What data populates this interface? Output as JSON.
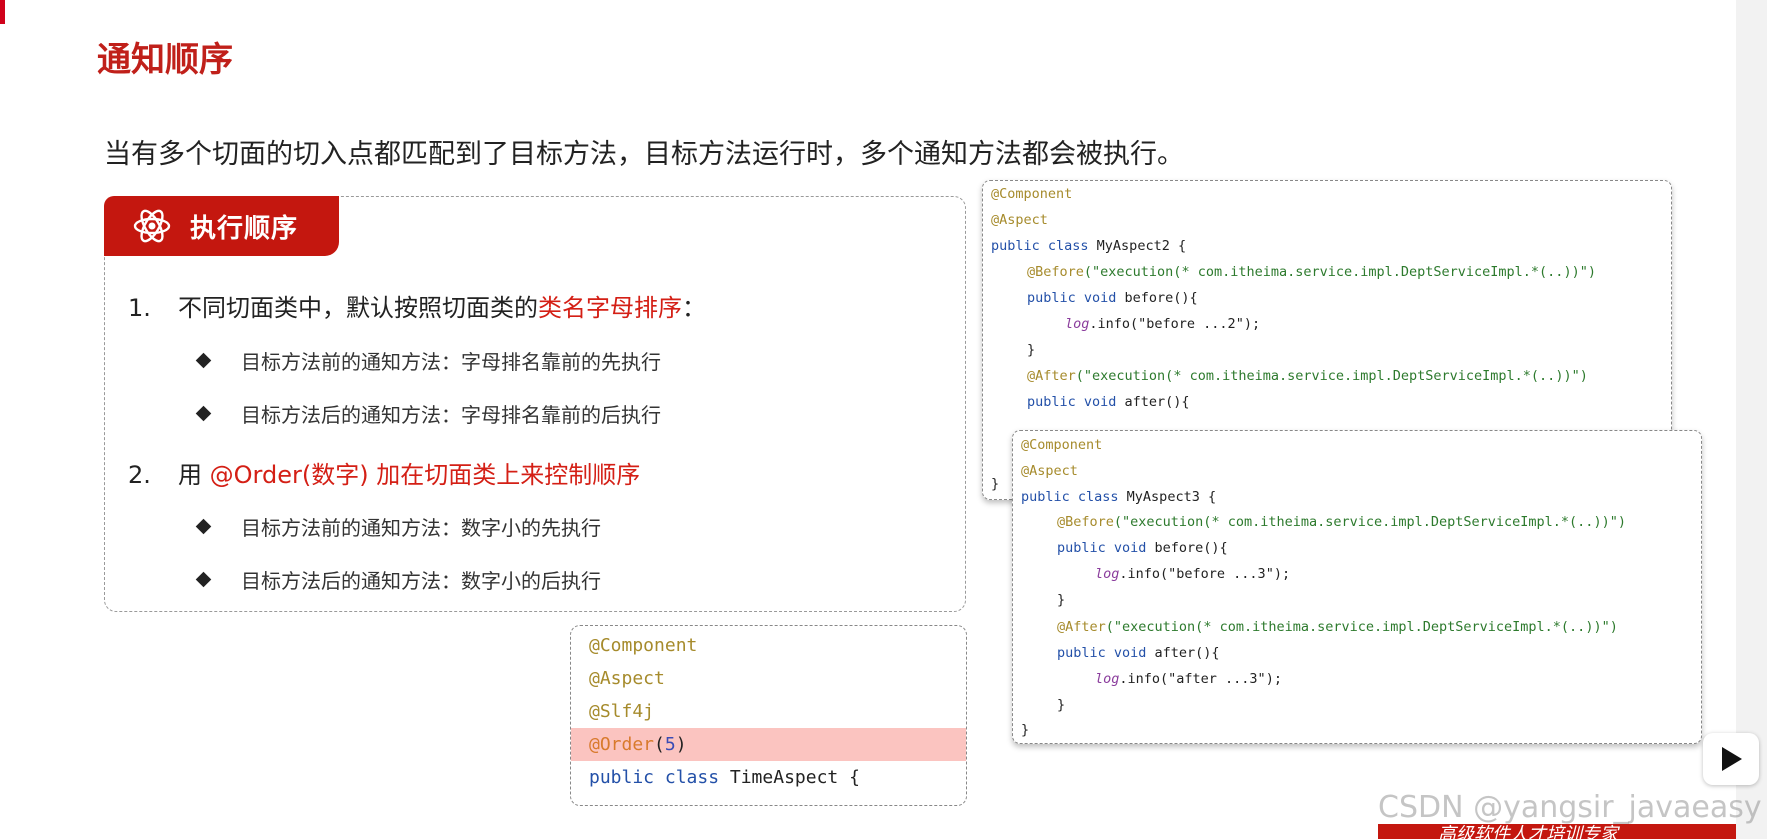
{
  "page": {
    "title": "通知顺序",
    "intro": "当有多个切面的切入点都匹配到了目标方法，目标方法运行时，多个通知方法都会被执行。"
  },
  "rules": {
    "header": "执行顺序",
    "items": [
      {
        "num": "1.",
        "text_before": "不同切面类中，默认按照切面类的",
        "highlight": "类名字母排序",
        "text_after": "：",
        "subs": [
          "目标方法前的通知方法：字母排名靠前的先执行",
          "目标方法后的通知方法：字母排名靠前的后执行"
        ]
      },
      {
        "num": "2.",
        "text_before": "用 ",
        "highlight": "@Order(数字) 加在切面类上来控制顺序",
        "text_after": "",
        "subs": [
          "目标方法前的通知方法：数字小的先执行",
          "目标方法后的通知方法：数字小的后执行"
        ]
      }
    ]
  },
  "code_a": {
    "component": "@Component",
    "aspect": "@Aspect",
    "kw_public_class": "public class",
    "class_name": " MyAspect2 {",
    "before_ann": "@Before",
    "before_expr": "(\"execution(* com.itheima.service.impl.DeptServiceImpl.*(..))\")",
    "kw_public_void": "public void",
    "before_sig": " before(){",
    "log": "log",
    "before_call": ".info(\"before ...2\");",
    "close": "}",
    "after_ann": "@After",
    "after_expr": "(\"execution(* com.itheima.service.impl.DeptServiceImpl.*(..))\")",
    "after_sig": " after(){",
    "class_close": "}"
  },
  "code_b": {
    "component": "@Component",
    "aspect": "@Aspect",
    "kw_public_class": "public class",
    "class_name": " MyAspect3 {",
    "before_ann": "@Before",
    "before_expr": "(\"execution(* com.itheima.service.impl.DeptServiceImpl.*(..))\")",
    "kw_public_void": "public void",
    "before_sig": " before(){",
    "log": "log",
    "before_call": ".info(\"before ...3\");",
    "close": "}",
    "after_ann": "@After",
    "after_expr": "(\"execution(* com.itheima.service.impl.DeptServiceImpl.*(..))\")",
    "after_sig": " after(){",
    "after_call": ".info(\"after ...3\");",
    "class_close": "}"
  },
  "code_c": {
    "component": "@Component",
    "aspect": "@Aspect",
    "slf4j": "@Slf4j",
    "order": "@Order",
    "order_open": "(",
    "order_num": "5",
    "order_close": ")",
    "kw_public_class": "public class",
    "class_name": " TimeAspect {"
  },
  "watermark": "CSDN @yangsir_javaeasy",
  "banner": "高级软件人才培训专家",
  "colors": {
    "accent": "#c4170f",
    "highlight_text": "#d41f15",
    "order_row": "#fbc4c0"
  },
  "icons": {
    "header": "atom-icon",
    "video": "play-icon"
  }
}
